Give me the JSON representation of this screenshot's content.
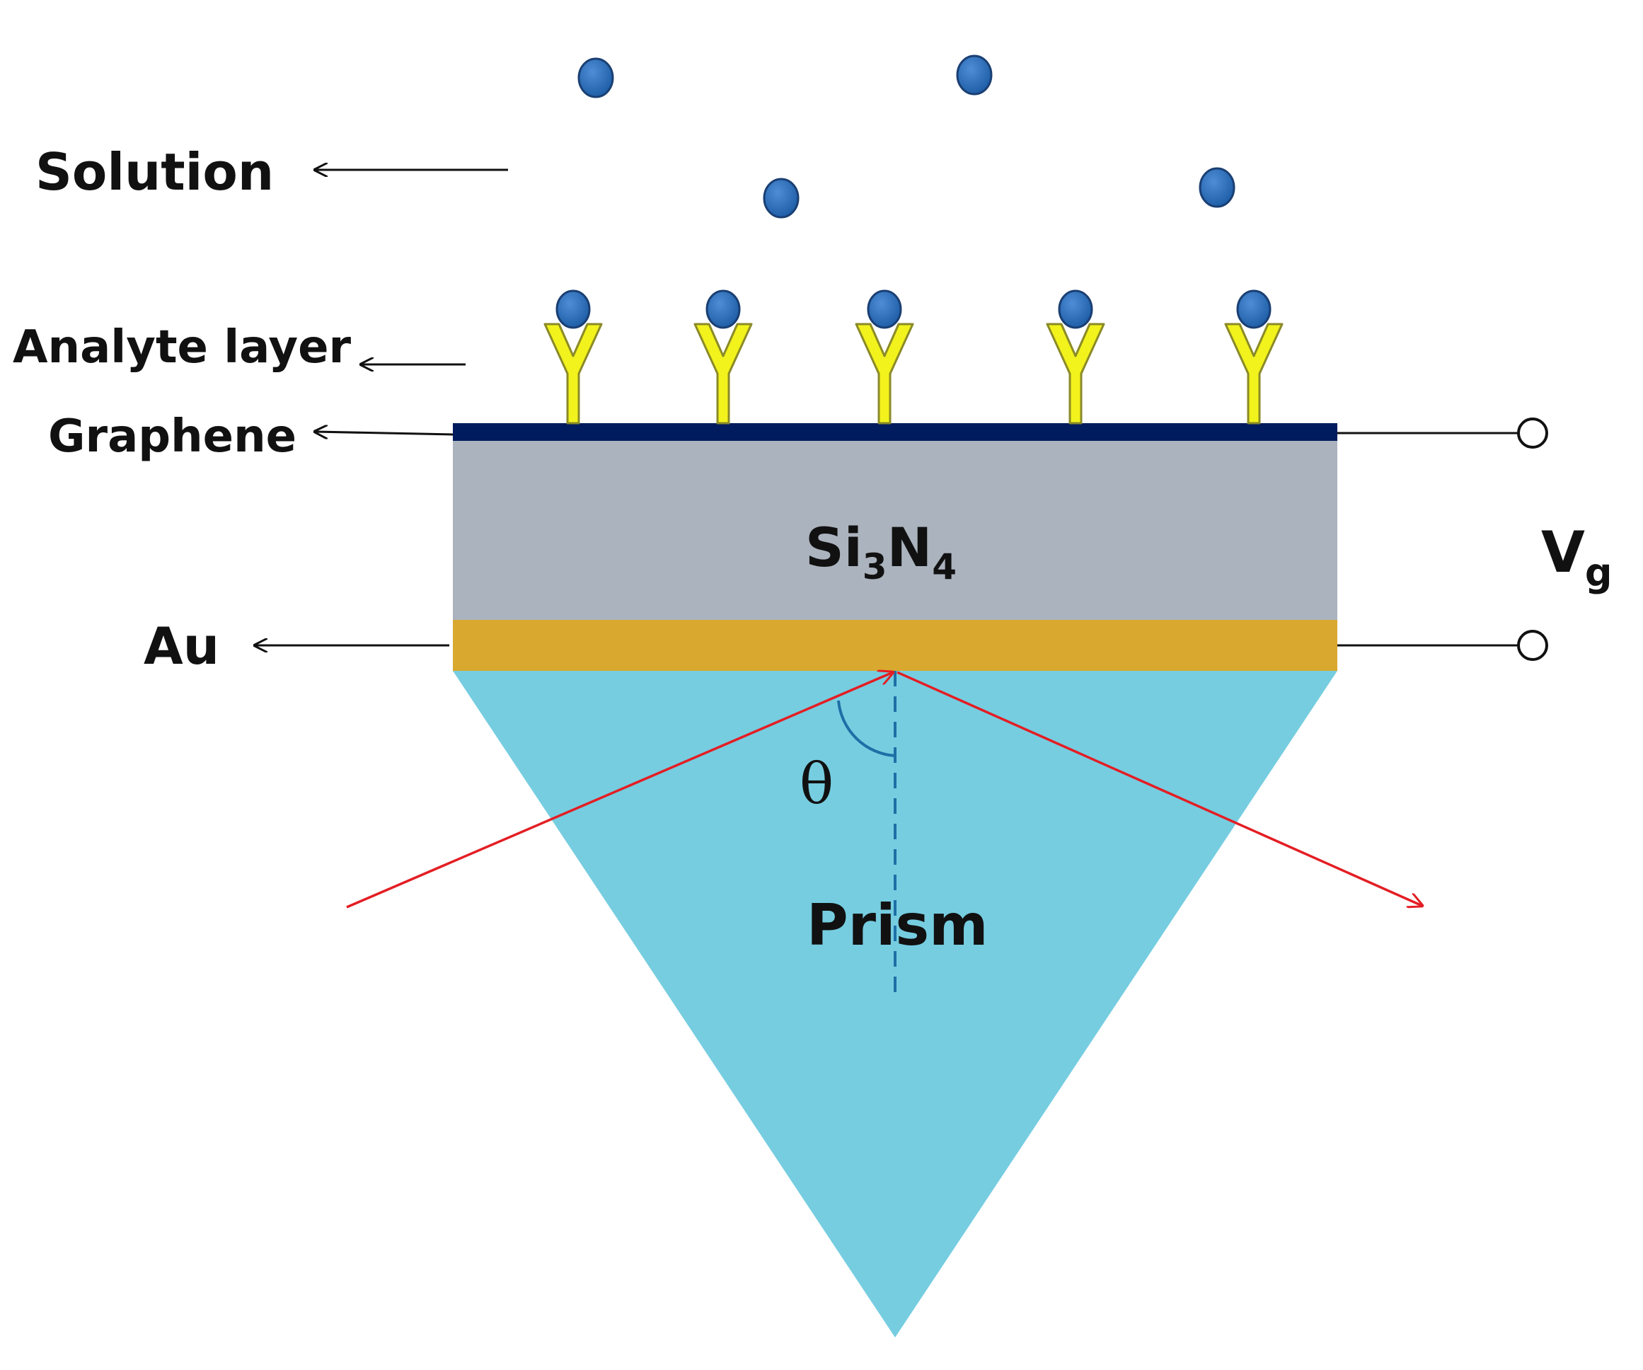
{
  "labels": {
    "solution": "Solution",
    "analyte_layer": "Analyte layer",
    "graphene": "Graphene",
    "si3n4": {
      "base1": "Si",
      "sub1": "3",
      "base2": "N",
      "sub2": "4"
    },
    "au": "Au",
    "prism": "Prism",
    "theta": "θ",
    "vg": {
      "base": "V",
      "sub": "g"
    }
  },
  "colors": {
    "prism": "#76CDE0",
    "gold": "#D9A82E",
    "si3n4": "#ABB3BE",
    "graphene": "#001B5E",
    "antibody": "#F2F21C",
    "antibody_outline": "#8A8A28",
    "analyte": "#1F5FA8",
    "analyte_outline": "#1A3F73",
    "ray": "#E31E24",
    "normal_line": "#1D6FA6",
    "arrow": "#111111"
  },
  "icons": {
    "antibody": "y-shaped-antibody-icon",
    "analyte_particle": "blue-sphere-icon",
    "terminal": "open-circle-terminal-icon"
  }
}
